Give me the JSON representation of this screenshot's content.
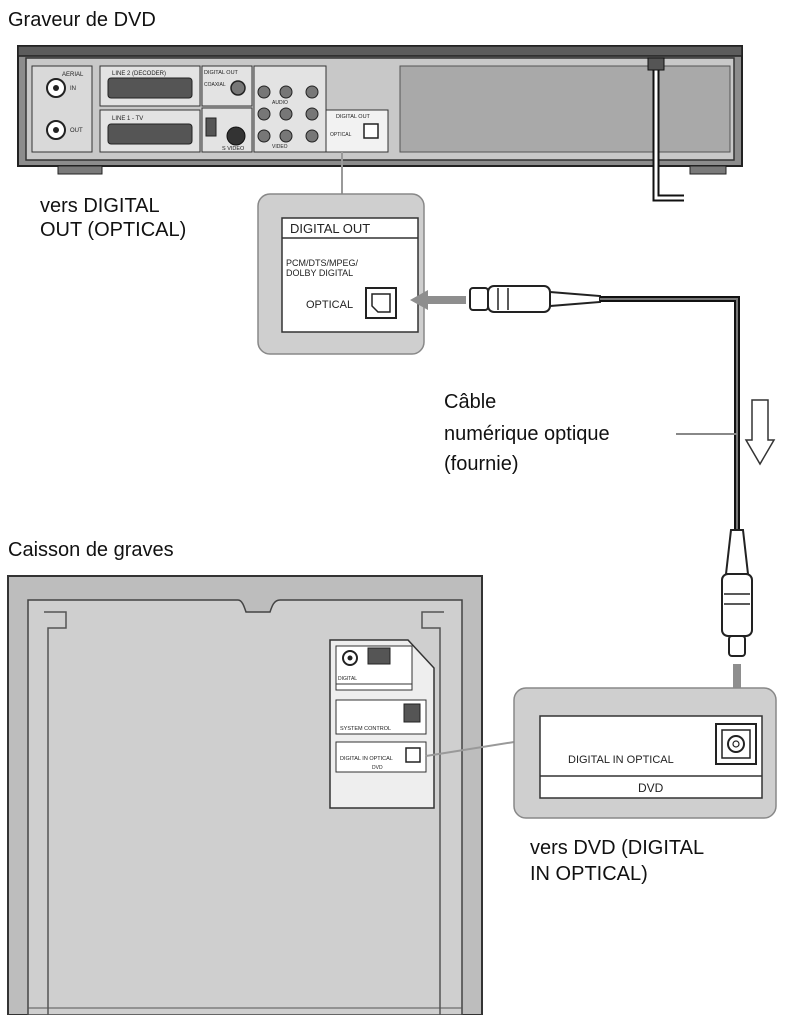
{
  "labels": {
    "recorder_title": "Graveur de DVD",
    "to_digital_out_1": "vers DIGITAL",
    "to_digital_out_2": "OUT (OPTICAL)",
    "cable_1": "Câble",
    "cable_2": "numérique optique",
    "cable_3": "(fournie)",
    "subwoofer_title": "Caisson de graves",
    "to_dvd_1": "vers DVD (DIGITAL",
    "to_dvd_2": "IN OPTICAL)"
  },
  "zoom_out": {
    "header": "DIGITAL OUT",
    "format_1": "PCM/DTS/MPEG/",
    "format_2": "DOLBY DIGITAL",
    "jack": "OPTICAL"
  },
  "zoom_in": {
    "jack": "DIGITAL IN OPTICAL",
    "footer": "DVD"
  },
  "recorder_panel": {
    "antenna_in": "AERIAL",
    "in": "IN",
    "out": "OUT",
    "line2_decoder": "LINE 2 (DECODER)",
    "line1_tv": "LINE 1 - TV",
    "digital_out": "DIGITAL OUT",
    "coaxial": "COAXIAL",
    "optical": "OPTICAL",
    "s_video": "S VIDEO",
    "audio": "AUDIO",
    "video": "VIDEO"
  },
  "subwoofer_panel": {
    "digital": "DIGITAL",
    "system_control": "SYSTEM CONTROL",
    "digital_in_optical": "DIGITAL IN OPTICAL",
    "dvd": "DVD"
  }
}
